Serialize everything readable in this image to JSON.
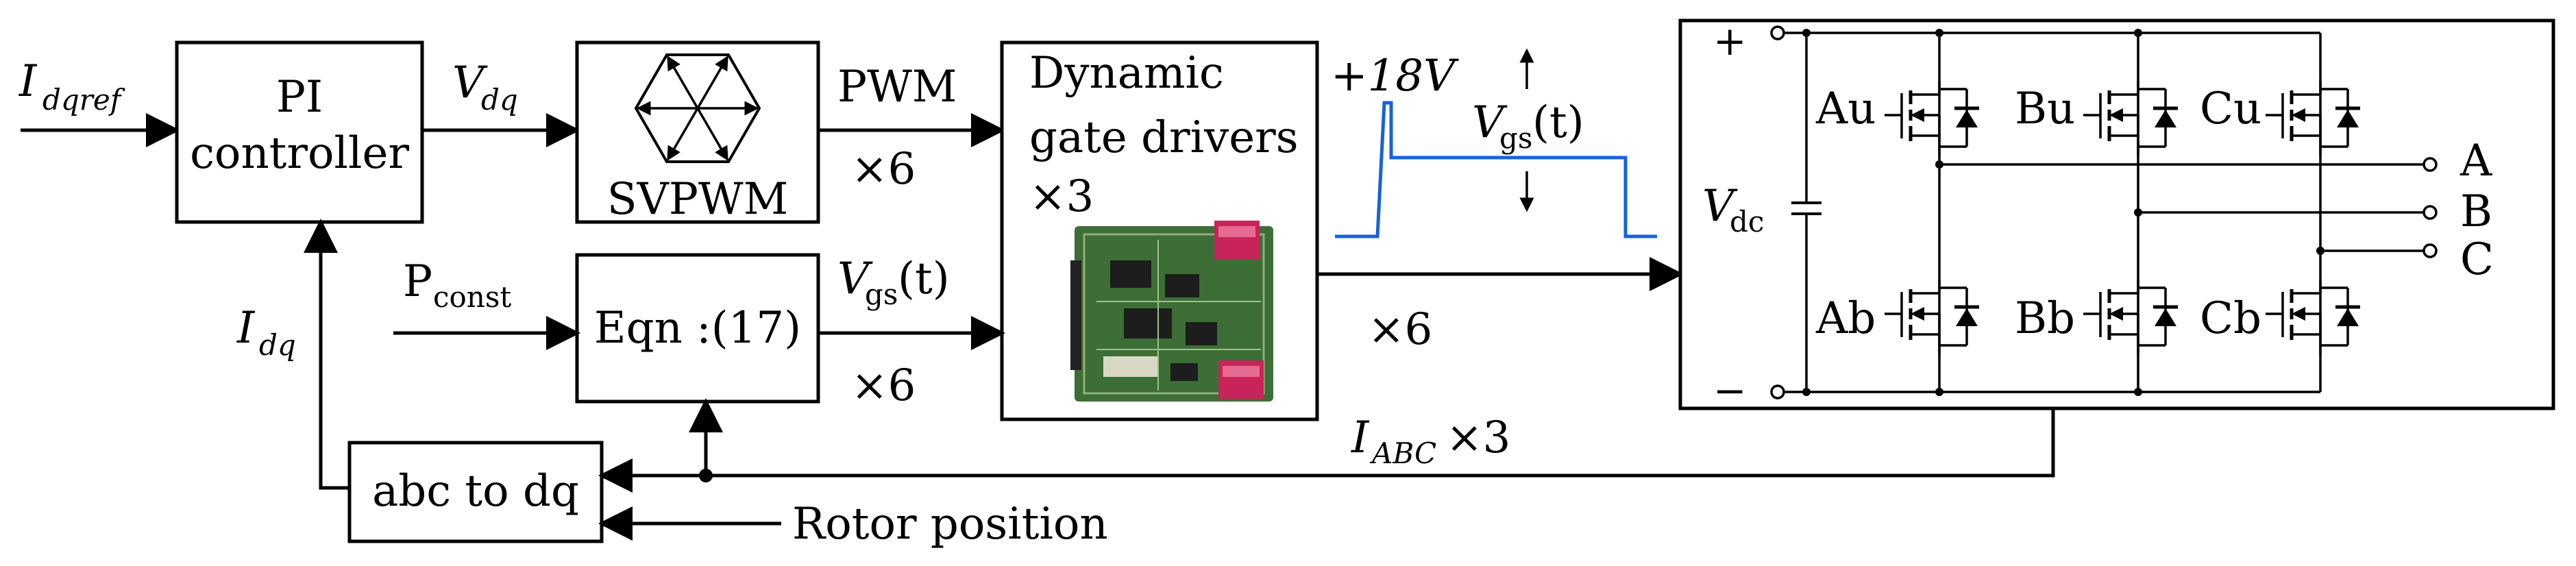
{
  "inputs": {
    "idqref_main": "I",
    "idqref_sub": "dqref",
    "pconst_main": "P",
    "pconst_sub": "const",
    "rotor_position": "Rotor position"
  },
  "blocks": {
    "pi_line1": "PI",
    "pi_line2": "controller",
    "svpwm": "SVPWM",
    "eqn": "Eqn :(17)",
    "driver_line1": "Dynamic",
    "driver_line2": "gate drivers",
    "driver_line3": "×3",
    "abc_dq": "abc to dq"
  },
  "signals": {
    "vdq_main": "V",
    "vdq_sub": "dq",
    "pwm": "PWM",
    "x6_pwm": "×6",
    "vgs_main": "V",
    "vgs_sub": "gs",
    "vgs_arg": "(t)",
    "x6_vgs": "×6",
    "x6_out": "×6",
    "idq_main": "I",
    "idq_sub": "dq",
    "iabc_main": "I",
    "iabc_sub": "ABC",
    "iabc_mult": "×3",
    "plus18v": "+18V",
    "pulse_vgs_main": "V",
    "pulse_vgs_sub": "gs",
    "pulse_vgs_arg": "(t)"
  },
  "inverter": {
    "plus": "+",
    "minus": "−",
    "vdc_main": "V",
    "vdc_sub": "dc",
    "switches": {
      "au": "Au",
      "bu": "Bu",
      "cu": "Cu",
      "ab": "Ab",
      "bb": "Bb",
      "cb": "Cb"
    },
    "phases": {
      "a": "A",
      "b": "B",
      "c": "C"
    }
  },
  "colors": {
    "pulse": "#1763d8",
    "pcb_board": "#3c6e35",
    "dcdc_module": "#c8235a"
  },
  "icons": {
    "svpwm_symbol": "hexagon-vector-star-icon",
    "board_photo": "gate-driver-pcb-icon",
    "mosfet": "mosfet-with-diode-icon"
  }
}
